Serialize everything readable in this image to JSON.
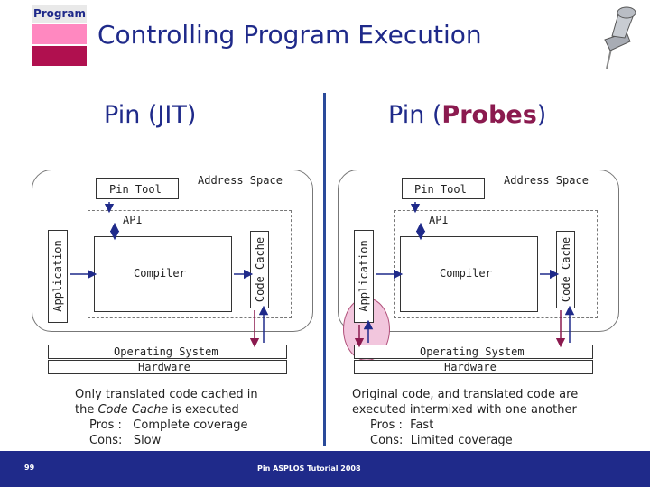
{
  "header": {
    "program_tag": "Program",
    "title": "Controlling Program Execution",
    "pin_icon": "pushpin-icon"
  },
  "colors": {
    "title": "#1f2a8a",
    "accent_pink": "#ff88c0",
    "accent_maroon": "#b0104f",
    "probes_word": "#8b1a4f",
    "divider": "#2a4a9a",
    "footer": "#1f2a8a",
    "arrow_dark": "#1f2a8a",
    "arrow_maroon": "#8b1a4f"
  },
  "left": {
    "heading": "Pin (JIT)",
    "address_space": "Address Space",
    "pin_tool": "Pin Tool",
    "api": "API",
    "application": "Application",
    "compiler": "Compiler",
    "code_cache": "Code Cache",
    "os": "Operating System",
    "hardware": "Hardware",
    "notes": {
      "line1": "Only translated code cached in",
      "line2_a": "the ",
      "line2_em": "Code Cache",
      "line2_b": " is executed",
      "line3": "Pros :   Complete coverage",
      "line4": "Cons:   Slow"
    }
  },
  "right": {
    "heading_prefix": "Pin (",
    "heading_word": "Probes",
    "heading_suffix": ")",
    "address_space": "Address Space",
    "pin_tool": "Pin Tool",
    "api": "API",
    "application": "Application",
    "compiler": "Compiler",
    "code_cache": "Code Cache",
    "os": "Operating System",
    "hardware": "Hardware",
    "notes": {
      "line1": "Original code, and translated code are",
      "line2": "executed intermixed with one another",
      "line3": "Pros :  Fast",
      "line4": "Cons:  Limited coverage"
    }
  },
  "footer": {
    "slide_number": "99",
    "text": "Pin ASPLOS Tutorial 2008"
  }
}
